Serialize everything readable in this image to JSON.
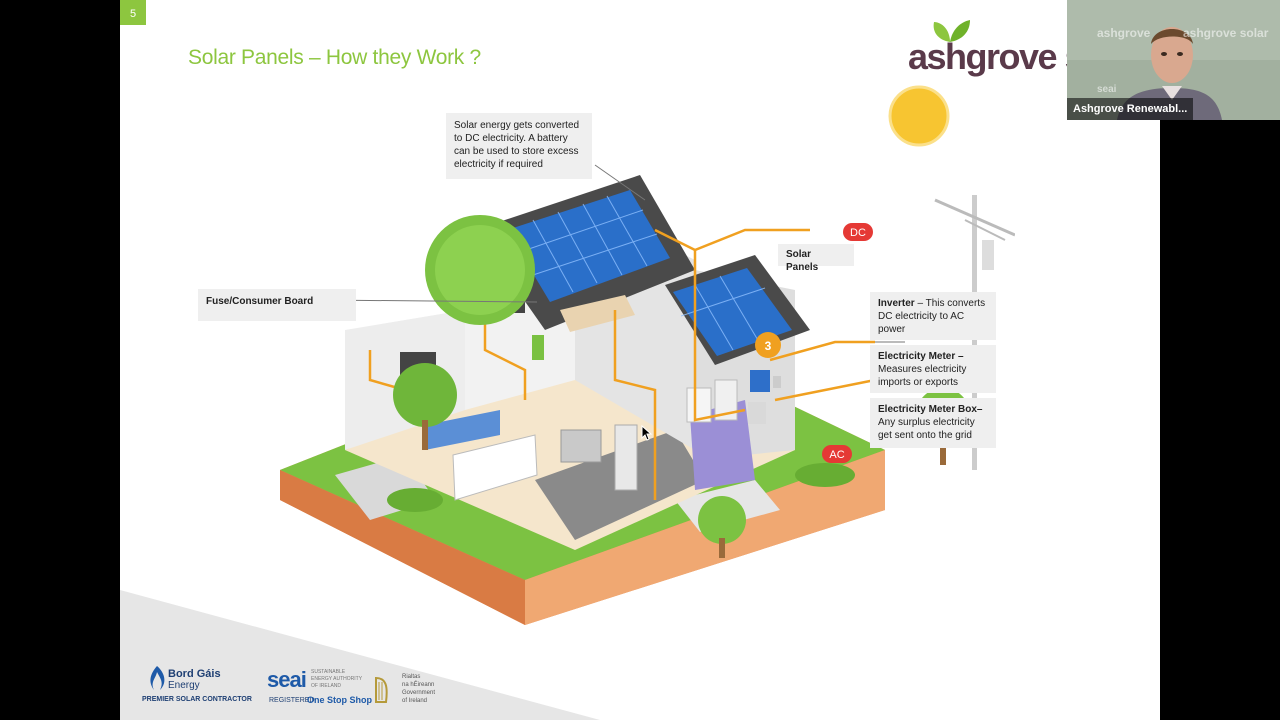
{
  "slide": {
    "number": "5",
    "title": "Solar Panels – How they Work ?",
    "brand": "ashgrove s"
  },
  "callouts": {
    "solar_energy": "Solar energy gets converted to DC electricity. A battery can be used to store excess electricity if required",
    "fuse_board": "Fuse/Consumer Board",
    "solar_panels": "Solar Panels",
    "inverter_title": "Inverter",
    "inverter_text": " – This converts DC electricity to AC power",
    "meter_title": "Electricity Meter –",
    "meter_text": " Measures electricity imports or exports",
    "meterbox_title": "Electricity Meter Box–",
    "meterbox_text": " Any surplus  electricity get sent onto the grid"
  },
  "diagram_labels": {
    "dc": "DC",
    "ac": "AC",
    "badge": "3"
  },
  "footer": {
    "bordgais_line1": "Bord Gáis",
    "bordgais_line2": "Energy",
    "bordgais_sub": "PREMIER SOLAR CONTRACTOR",
    "seai": "seai",
    "seai_sub1": "SUSTAINABLE",
    "seai_sub2": "ENERGY AUTHORITY",
    "seai_sub3": "OF IRELAND",
    "seai_reg": "REGISTERED",
    "seai_oss": "One Stop Shop",
    "gov_line1": "Rialtas",
    "gov_line2": "na hÉireann",
    "gov_line3": "Government",
    "gov_line4": "of Ireland"
  },
  "video": {
    "participant": "Ashgrove Renewabl...",
    "watermark1": "ashgrove",
    "watermark2": "ashgrove solar",
    "watermark3": "seai"
  },
  "colors": {
    "accent_green": "#8dc63f",
    "brand_plum": "#5a3a4a",
    "dc_red": "#e53935",
    "badge_orange": "#f0a020"
  }
}
